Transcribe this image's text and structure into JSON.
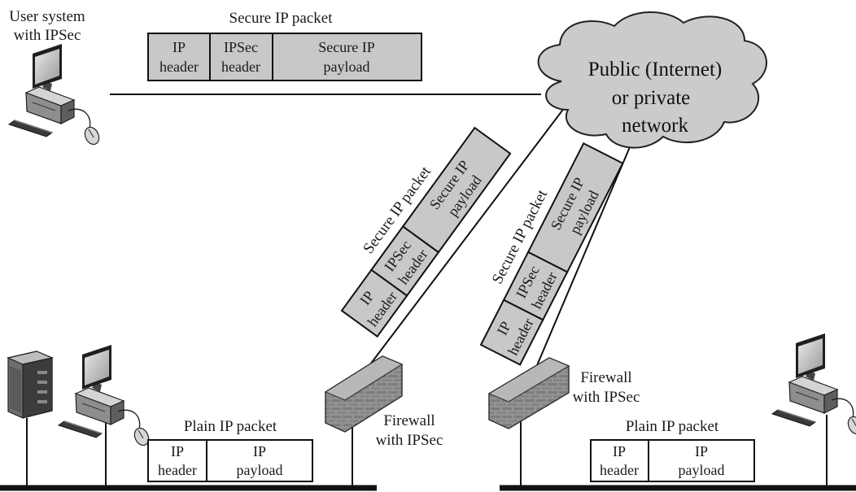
{
  "user_system": {
    "line1": "User system",
    "line2": "with IPSec"
  },
  "cloud": {
    "line1": "Public (Internet)",
    "line2": "or private",
    "line3": "network"
  },
  "secure_packet": {
    "title": "Secure IP packet",
    "ip_header": [
      "IP",
      "header"
    ],
    "ipsec_header": [
      "IPSec",
      "header"
    ],
    "payload": [
      "Secure IP",
      "payload"
    ]
  },
  "plain_packet": {
    "title": "Plain IP packet",
    "ip_header": [
      "IP",
      "header"
    ],
    "payload": [
      "IP",
      "payload"
    ]
  },
  "firewall": {
    "line1": "Firewall",
    "line2": "with IPSec"
  },
  "colors": {
    "secure_fill": "#c8c8c8",
    "plain_fill": "#ffffff",
    "cloud_fill": "#cbcbcb",
    "bus": "#111111"
  }
}
